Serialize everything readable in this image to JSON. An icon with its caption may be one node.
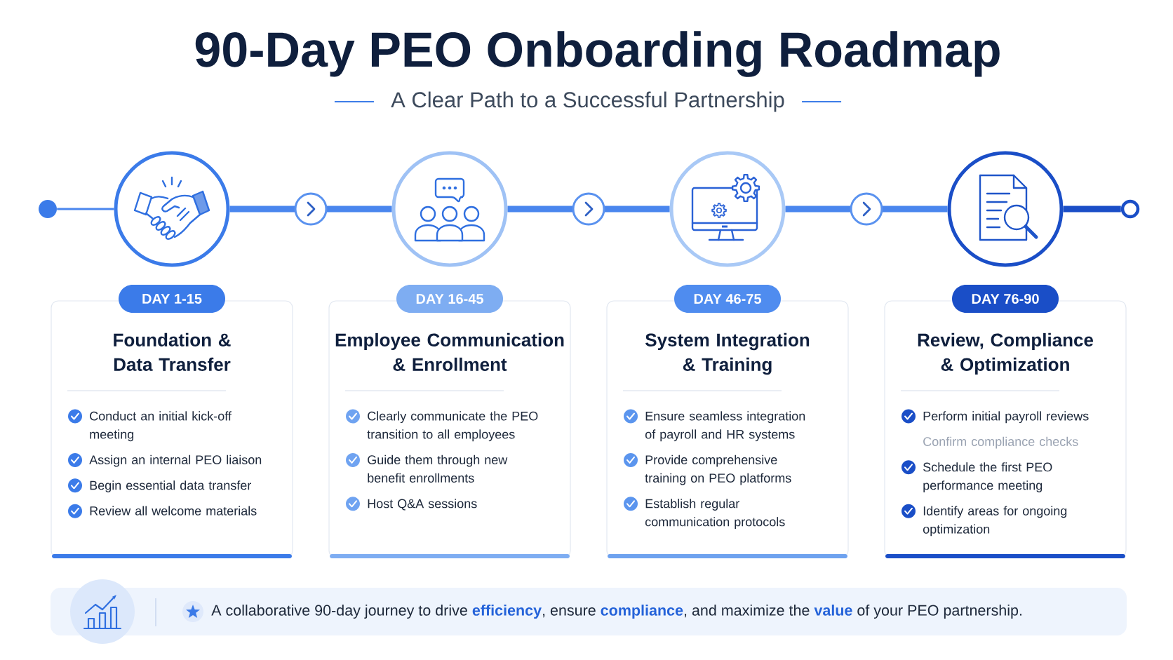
{
  "diagram": {
    "title": "90-Day PEO Onboarding Roadmap",
    "nodes": [
      {
        "text": [],
        "shape": "circle"
      },
      {
        "text": [],
        "shape": "circle"
      },
      {
        "text": [],
        "shape": "circle"
      },
      {
        "text": [],
        "shape": "circle"
      },
      {
        "text": [],
        "shape": "circle"
      },
      {
        "text": [],
        "shape": "circle"
      },
      {
        "text": [
          "DAY 1-15"
        ]
      },
      {
        "text": [
          "Foundation & Data Transfer",
          "Conduct an initial kick-off meeting",
          "Assign an internal PEO liaison",
          "Begin essential data transfer",
          "Review all welcome materials"
        ]
      },
      {
        "text": [
          "DAY 16-45"
        ]
      },
      {
        "text": [
          "Employee Communication & Enrollment",
          "Clearly communicate the PEO transition to all employees",
          "Guide them through new benefit enrollments",
          "Host Q&A sessions"
        ]
      },
      {
        "text": [
          "DAY 46-75"
        ]
      },
      {
        "text": [
          "System Integration & Training",
          "Ensure seamless integration of payroll and HR systems",
          "Provide comprehensive training on PEO platforms",
          "Establish regular communication protocols"
        ]
      },
      {
        "text": [
          "DAY 76-90"
        ]
      },
      {
        "text": [
          "Review, Compliance & Optimization",
          "Perform initial payroll reviews",
          "Confirm compliance checks",
          "Schedule the first PEO performance meeting",
          "Identify areas for ongoing optimization"
        ]
      },
      {
        "text": [
          "A collaborative 90-day journey to drive **efficiency**, ensure **compliance**, and maximize the **value** of your PEO partnership."
        ]
      }
    ],
    "edges": [
      {
        "from": 0,
        "to": 1,
        "arrow": "none"
      },
      {
        "from": 1,
        "to": 2,
        "arrow": "to"
      },
      {
        "from": 2,
        "to": 3,
        "arrow": "to"
      },
      {
        "from": 3,
        "to": 4,
        "arrow": "to"
      },
      {
        "from": 4,
        "to": 5,
        "arrow": "none",
        "color": "#1a4ec7"
      }
    ],
    "labels": [
      "A Clear Path to a Successful Partnership"
    ]
  }
}
